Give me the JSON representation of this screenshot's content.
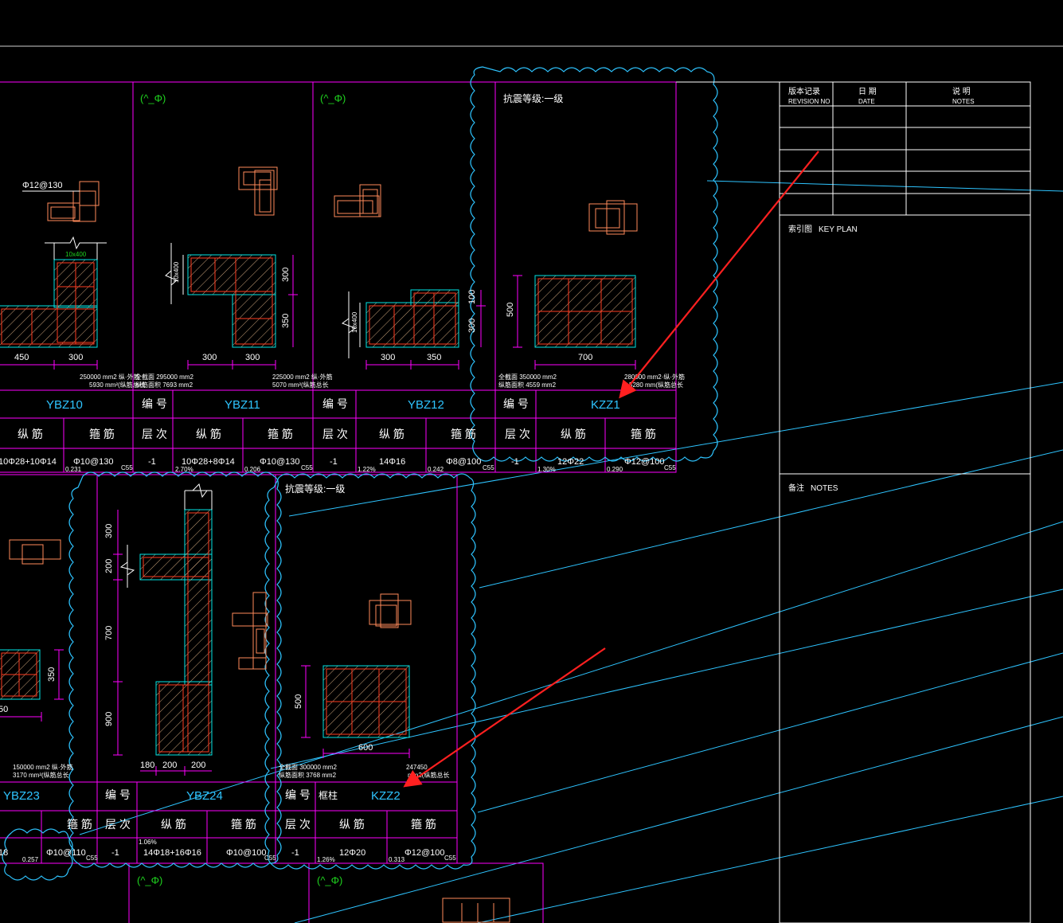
{
  "panels_top": {
    "ybz10": {
      "id": "YBZ10",
      "vert_dim": "",
      "dims": [
        "450",
        "300"
      ],
      "spacing": "Φ12@130",
      "hatch_label": "10x400",
      "area_text1": "250000  mm2 纵·外筋",
      "area_text2": "5930  mm²(纵筋总长",
      "long_bar": "10Φ28+10Φ14",
      "stirrup": "Φ10@130",
      "level": "",
      "ratio": "",
      "ratio2": "0.231",
      "conc": "C55"
    },
    "ybz11": {
      "id": "YBZ11",
      "tag": "(^_Φ)",
      "dims": [
        "300",
        "300"
      ],
      "vdims": [
        "300",
        "350"
      ],
      "area_text1": "全截面 295000  mm2",
      "area_text2": "纵筋面积 7693  mm2",
      "long_bar": "10Φ28+8Φ14",
      "stirrup": "Φ10@130",
      "level": "-1",
      "ratio": "2.70%",
      "ratio2": "0.206",
      "conc": "C55"
    },
    "ybz12": {
      "id": "YBZ12",
      "tag": "(^_Φ)",
      "dims": [
        "300",
        "350"
      ],
      "vdims": [
        "100",
        "300"
      ],
      "area_text1": "225000  mm2 纵·外筋",
      "area_text2": "5070  mm²(纵筋总长",
      "long_bar": "14Φ16",
      "stirrup": "Φ8@100",
      "level": "-1",
      "ratio": "1.22%",
      "ratio2": "0.242",
      "conc": "C55"
    },
    "kzz1": {
      "id": "KZZ1",
      "tag": "抗震等级:一级",
      "dims": [
        "700"
      ],
      "vdims": [
        "500"
      ],
      "area_text1": "全截面 350000  mm2",
      "area_text2": "纵筋面积 4559  mm2",
      "area_text3": "280000 mm2·纵·外筋",
      "area_text4": "5280  mm(纵筋总长",
      "long_bar": "12Φ22",
      "stirrup": "Φ12@100",
      "level": "-1",
      "ratio": "1.30%",
      "ratio2": "0.290",
      "conc": "C55"
    }
  },
  "panels_bottom": {
    "ybz23": {
      "id": "YBZ23",
      "dims": [
        "50"
      ],
      "vdims": [
        "350"
      ],
      "area_text1": "150000  mm2 纵·外筋",
      "area_text2": "3170  mm²(纵筋总长",
      "stirrup": "Φ10@110",
      "ratio2": "0.257",
      "conc": "C55",
      "left_cell": "18"
    },
    "ybz24": {
      "id": "YBZ24",
      "dims": [
        "180",
        "200",
        "200"
      ],
      "vdims": [
        "300",
        "200",
        "700",
        "900"
      ],
      "long_bar": "14Φ18+16Φ16",
      "stirrup": "Φ10@100",
      "level": "-1",
      "ratio": "1.06%",
      "conc": "C55"
    },
    "kzz2": {
      "id": "KZZ2",
      "prefix": "框柱",
      "tag": "抗震等级:一级",
      "dims": [
        "600"
      ],
      "vdims": [
        "500"
      ],
      "area_text1": "全截面 300000  mm2",
      "area_text2": "纵筋面积 3768  mm2",
      "area_text3": "247450",
      "area_text4": "mm2(纵筋总长",
      "long_bar": "12Φ20",
      "stirrup": "Φ12@100",
      "level": "-1",
      "ratio": "1.26%",
      "ratio2": "0.313",
      "conc": "C55"
    }
  },
  "table_headers": {
    "code": "编 号",
    "level": "层 次",
    "long_bar": "纵 筋",
    "stirrup": "箍 筋"
  },
  "title_block": {
    "revision_cn": "版本记录",
    "revision_en": "REVISION NO",
    "date_cn": "日 期",
    "date_en": "DATE",
    "notes_cn": "说 明",
    "notes_en": "NOTES",
    "key_plan_cn": "索引图",
    "key_plan_en": "KEY PLAN",
    "remark_cn": "备注",
    "remark_en": "NOTES"
  },
  "bottom_tags": [
    "(^_Φ)",
    "(^_Φ)"
  ],
  "colors": {
    "background": "#000000",
    "frame": "#ff00ff",
    "cloud": "#2ec4ff",
    "rebar": "#ff3b1f",
    "section": "#00e5e5",
    "stirrup_icon": "#ff8a5a",
    "text_green": "#1fd41f",
    "annotation_arrow": "#ff2020"
  }
}
